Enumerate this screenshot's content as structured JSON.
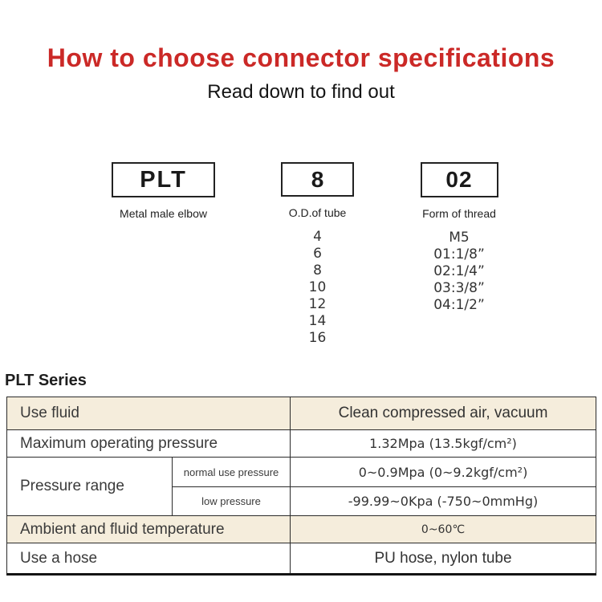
{
  "header": {
    "title": "How to choose connector specifications",
    "subtitle": "Read down to find out"
  },
  "selector": {
    "columns": [
      {
        "code": "PLT",
        "label": "Metal male elbow"
      },
      {
        "code": "8",
        "label": "O.D.of tube",
        "options": [
          "4",
          "6",
          "8",
          "10",
          "12",
          "14",
          "16"
        ]
      },
      {
        "code": "02",
        "label": "Form of thread",
        "options": [
          "M5",
          "01:1/8”",
          "02:1/4”",
          "03:3/8”",
          "04:1/2”"
        ]
      }
    ]
  },
  "series_heading": "PLT Series",
  "spec_table": {
    "rows": {
      "use_fluid": {
        "label": "Use fluid",
        "value": "Clean compressed air, vacuum"
      },
      "max_pressure": {
        "label": "Maximum operating pressure",
        "value": "1.32Mpa (13.5kgf/cm²)"
      },
      "pressure_range": {
        "label": "Pressure range",
        "normal": {
          "label": "normal use pressure",
          "value": "0~0.9Mpa (0~9.2kgf/cm²)"
        },
        "low": {
          "label": "low pressure",
          "value": "-99.99~0Kpa (-750~0mmHg)"
        }
      },
      "temperature": {
        "label": "Ambient and fluid temperature",
        "value": "0~60℃"
      },
      "hose": {
        "label": "Use a hose",
        "value": "PU hose, nylon tube"
      }
    }
  },
  "colors": {
    "title_red": "#cb2927",
    "table_accent_bg": "#f5eddc",
    "table_border": "#2b2b2b",
    "body_text": "#333333"
  }
}
